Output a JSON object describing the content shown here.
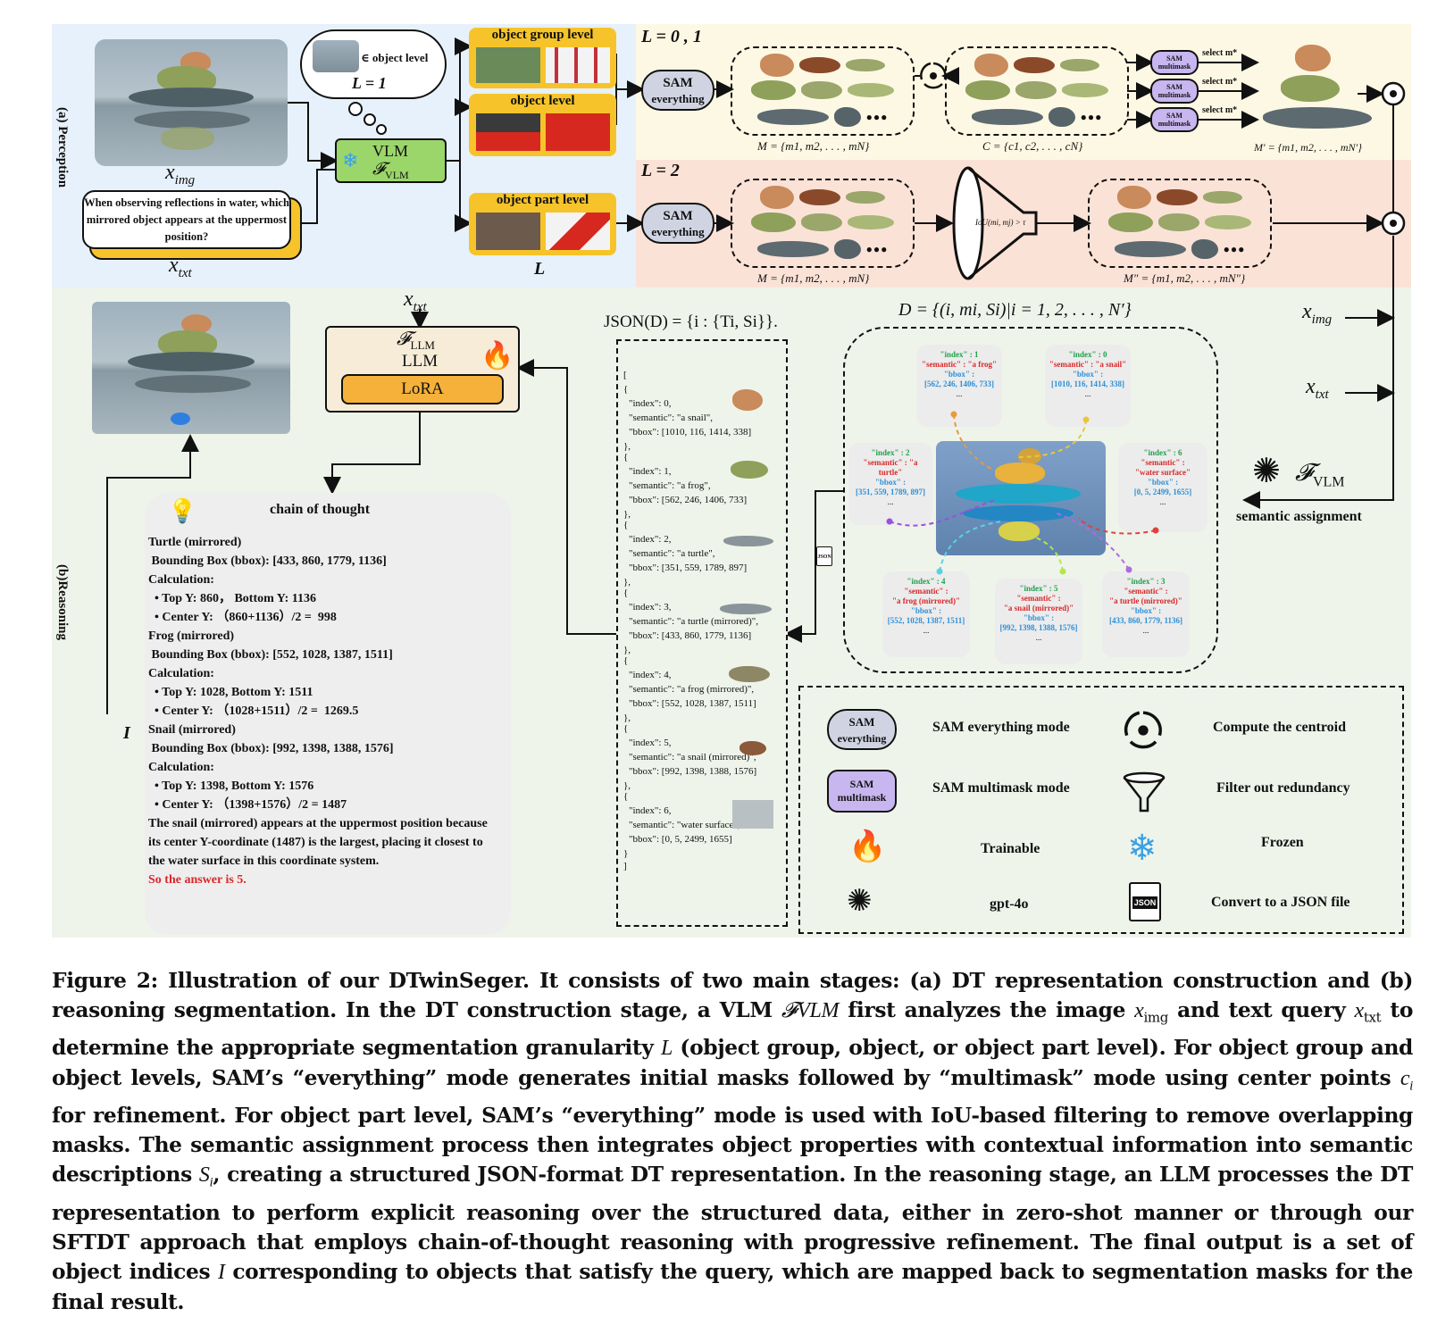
{
  "perception": {
    "section_label": "(a) Perception",
    "question": "When observing reflections in water, which mirrored object appears at the uppermost position?",
    "x_img": "x",
    "x_img_sub": "img",
    "x_txt": "x",
    "x_txt_sub": "txt",
    "vlm_label": "VLM",
    "vlm_func": "𝓕",
    "vlm_func_sub": "VLM",
    "thought_level": "∈ object level",
    "thought_L": "L = 1",
    "granularity_L": "L",
    "group_level": "object group level",
    "object_level": "object level",
    "part_level": "object part level",
    "row1_label": "L = 0 , 1",
    "row2_label": "L = 2",
    "sam_line1": "SAM",
    "sam_line2": "everything",
    "samm_line1": "SAM",
    "samm_line2": "multimask",
    "select_label": "select m*",
    "M_eq": "M = {m1, m2, . . . , mN}",
    "C_eq": "C = {c1, c2, . . . , cN}",
    "Mprime_eq": "M′ = {m1, m2, . . . , mN′}",
    "M2_eq": "M = {m1, m2, . . . , mN}",
    "Mdouble_eq": "M″ = {m1, m2, . . . , mN″}",
    "iou_label": "IoU(mi, mj) > τ",
    "dots": "●●●"
  },
  "reasoning": {
    "section_label": "(b)Reasoning",
    "x_txt": "x",
    "x_txt_sub": "txt",
    "llm_func": "𝓕",
    "llm_func_sub": "LLM",
    "llm_label": "LLM",
    "lora_label": "LoRA",
    "I_label": "I",
    "json_title": "JSON(D) = {i : {Ti, Si}}.",
    "D_eq": "D = {(i, mi, Si)|i = 1, 2, . . . , N′}",
    "x_img_right": "x",
    "x_img_right_sub": "img",
    "x_txt_right": "x",
    "x_txt_right_sub": "txt",
    "vlm_func": "𝓕",
    "vlm_func_sub": "VLM",
    "semantic_assignment": "semantic assignment",
    "json_badge": "JSON",
    "cot_title": "chain of thought",
    "cot_lines": [
      "Turtle (mirrored)",
      " Bounding Box (bbox): [433, 860, 1779, 1136]",
      "Calculation:",
      "  • Top Y: 860， Bottom Y: 1136",
      "  • Center Y: （860+1136）/2 =  998",
      "Frog (mirrored)",
      " Bounding Box (bbox): [552, 1028, 1387, 1511]",
      "Calculation:",
      "  • Top Y: 1028, Bottom Y: 1511",
      "  • Center Y: （1028+1511）/2 =  1269.5",
      "Snail (mirrored)",
      " Bounding Box (bbox): [992, 1398, 1388, 1576]",
      "Calculation:",
      "  • Top Y: 1398, Bottom Y: 1576",
      "  • Center Y: （1398+1576）/2 = 1487",
      "The snail (mirrored) appears at the uppermost position because",
      "its center Y-coordinate (1487) is the largest, placing it closest to",
      "the water surface in this coordinate system."
    ],
    "cot_answer": "So the answer is 5.",
    "json_entries": [
      {
        "index": "\"index\": 0,",
        "semantic": "\"semantic\": \"a snail\",",
        "bbox": "\"bbox\": [1010, 116, 1414, 338]"
      },
      {
        "index": "\"index\": 1,",
        "semantic": "\"semantic\": \"a frog\",",
        "bbox": "\"bbox\": [562, 246, 1406, 733]"
      },
      {
        "index": "\"index\": 2,",
        "semantic": "\"semantic\": \"a turtle\",",
        "bbox": "\"bbox\": [351, 559, 1789, 897]"
      },
      {
        "index": "\"index\": 3,",
        "semantic": "\"semantic\": \"a turtle (mirrored)\",",
        "bbox": "\"bbox\": [433, 860, 1779, 1136]"
      },
      {
        "index": "\"index\": 4,",
        "semantic": "\"semantic\": \"a frog (mirrored)\",",
        "bbox": "\"bbox\": [552, 1028, 1387, 1511]"
      },
      {
        "index": "\"index\": 5,",
        "semantic": "\"semantic\": \"a snail (mirrored)\",",
        "bbox": "\"bbox\": [992, 1398, 1388, 1576]"
      },
      {
        "index": "\"index\": 6,",
        "semantic": "\"semantic\": \"water surface\",",
        "bbox": "\"bbox\": [0, 5, 2499, 1655]"
      }
    ],
    "cards": [
      {
        "idx": "\"index\" : 1",
        "sem_key": "\"semantic\" : \"a frog\"",
        "sem_val": "",
        "bbox_key": "\"bbox\" :",
        "bbox_val": "[562, 246, 1406, 733]"
      },
      {
        "idx": "\"index\" : 0",
        "sem_key": "\"semantic\" : \"a snail\"",
        "sem_val": "",
        "bbox_key": "\"bbox\" :",
        "bbox_val": "[1010, 116, 1414, 338]"
      },
      {
        "idx": "\"index\" : 2",
        "sem_key": "\"semantic\" : \"a turtle\"",
        "sem_val": "",
        "bbox_key": "\"bbox\" :",
        "bbox_val": "[351, 559, 1789, 897]"
      },
      {
        "idx": "\"index\" : 6",
        "sem_key": "\"semantic\" :",
        "sem_val": "\"water surface\"",
        "bbox_key": "\"bbox\" :",
        "bbox_val": "[0, 5, 2499, 1655]"
      },
      {
        "idx": "\"index\" : 4",
        "sem_key": "\"semantic\" :",
        "sem_val": "\"a frog (mirrored)\"",
        "bbox_key": "\"bbox\" :",
        "bbox_val": "[552, 1028, 1387, 1511]"
      },
      {
        "idx": "\"index\" : 5",
        "sem_key": "\"semantic\" :",
        "sem_val": "\"a snail (mirrored)\"",
        "bbox_key": "\"bbox\" :",
        "bbox_val": "[992, 1398, 1388, 1576]"
      },
      {
        "idx": "\"index\" : 3",
        "sem_key": "\"semantic\" :",
        "sem_val": "\"a turtle (mirrored)\"",
        "bbox_key": "\"bbox\" :",
        "bbox_val": "[433, 860, 1779, 1136]"
      }
    ]
  },
  "legend": {
    "sam_everything": "SAM everything mode",
    "centroid": "Compute the centroid",
    "sam_multimask": "SAM multimask mode",
    "filter": "Filter out redundancy",
    "trainable": "Trainable",
    "frozen": "Frozen",
    "gpt": "gpt-4o",
    "json": "Convert to a JSON file"
  },
  "caption": {
    "p1": "Figure 2: Illustration of our DTwinSeger. It consists of two main stages: (a) DT representation construction and (b) reasoning segmentation. In the DT construction stage, a VLM ",
    "f_vlm": "𝓕VLM",
    "p2": " first analyzes the image ",
    "x_img": "x",
    "x_img_sub": "img",
    "p3": " and text query ",
    "x_txt": "x",
    "x_txt_sub": "txt",
    "p4": " to determine the appropriate segmentation granularity ",
    "L": "L",
    "p5": " (object group, object, or object part level). For object group and object levels, SAM’s “everything” mode generates initial masks followed by “multimask” mode using center points ",
    "ci": "c",
    "ci_sub": "i",
    "p6": " for refinement. For object part level, SAM’s “everything” mode is used with IoU-based filtering to remove overlapping masks. The semantic assignment process then integrates object properties with contextual information into semantic descriptions ",
    "Si": "S",
    "Si_sub": "i",
    "p7": ", creating a structured JSON-format DT representation. In the reasoning stage, an LLM processes the DT representation to perform explicit reasoning over the structured data, either in zero-shot manner or through our SFTDT approach that employs chain-of-thought reasoning with progressive refinement. The final output is a set of object indices ",
    "I": "I",
    "p8": " corresponding to objects that satisfy the query, which are mapped back to segmentation masks for the final result."
  },
  "colors": {
    "perception_bg": "#e7f1fb",
    "row1_bg": "#fdf8e3",
    "row2_bg": "#fbe2d7",
    "reasoning_bg": "#eef4ea",
    "vlm_green": "#9bd66a",
    "yellow": "#f6c42a",
    "lora_orange": "#f6b13a",
    "llm_box": "#f6ecd8",
    "sam_blue": "#d0d4e2",
    "samm_purple": "#c7b6ef",
    "answer_red": "#d8282a"
  }
}
